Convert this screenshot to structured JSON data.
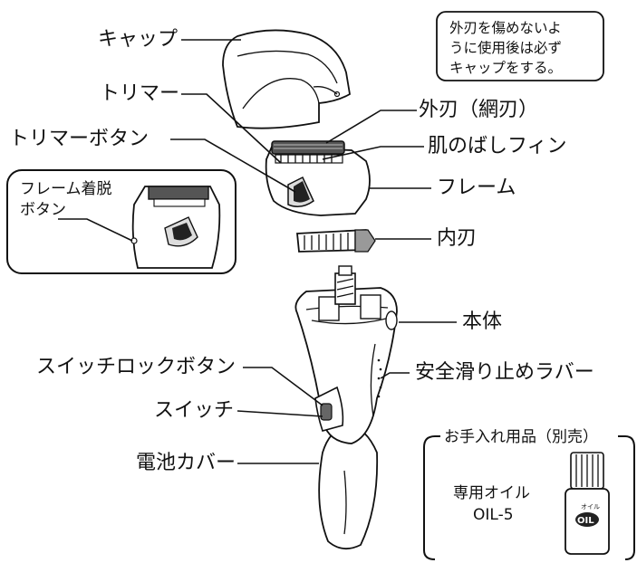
{
  "labels": {
    "cap": "キャップ",
    "trimmer": "トリマー",
    "trimmer_button": "トリマーボタン",
    "frame_release_1": "フレーム着脱",
    "frame_release_2": "ボタン",
    "outer_blade": "外刃（網刃）",
    "skin_fin": "肌のばしフィン",
    "frame": "フレーム",
    "inner_blade": "内刃",
    "body": "本体",
    "rubber": "安全滑り止めラバー",
    "switch_lock": "スイッチロックボタン",
    "switch": "スイッチ",
    "battery_cover": "電池カバー"
  },
  "note": {
    "line1": "外刃を傷めないよ",
    "line2": "うに使用後は必ず",
    "line3": "キャップをする。"
  },
  "care": {
    "title": "お手入れ用品（別売）",
    "product_1": "専用オイル",
    "product_2": "OIL-5",
    "bottle_label": "オイル",
    "bottle_logo": "OIL"
  }
}
